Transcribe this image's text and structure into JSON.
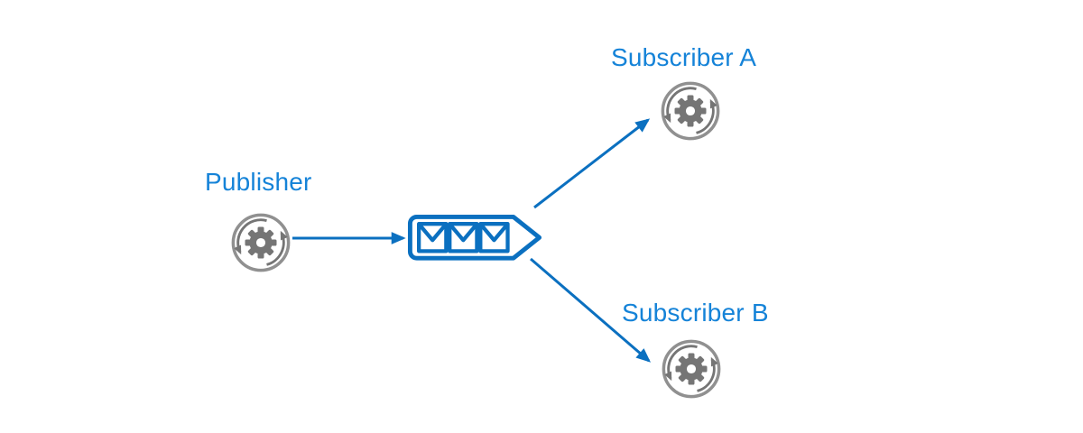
{
  "colors": {
    "shape_blue": "#0B70C0",
    "label_blue": "#1583D8",
    "icon_ring_gray": "#909090",
    "icon_gear_gray": "#757575",
    "background": "#FFFFFF"
  },
  "nodes": {
    "publisher": {
      "label": "Publisher",
      "icon": "service-process-gear-icon"
    },
    "topic": {
      "icon": "message-queue-envelopes-icon",
      "message_count": 3
    },
    "subscriber_a": {
      "label": "Subscriber A",
      "icon": "service-process-gear-icon"
    },
    "subscriber_b": {
      "label": "Subscriber B",
      "icon": "service-process-gear-icon"
    }
  },
  "edges": [
    {
      "from": "publisher",
      "to": "topic"
    },
    {
      "from": "topic",
      "to": "subscriber_a"
    },
    {
      "from": "topic",
      "to": "subscriber_b"
    }
  ]
}
